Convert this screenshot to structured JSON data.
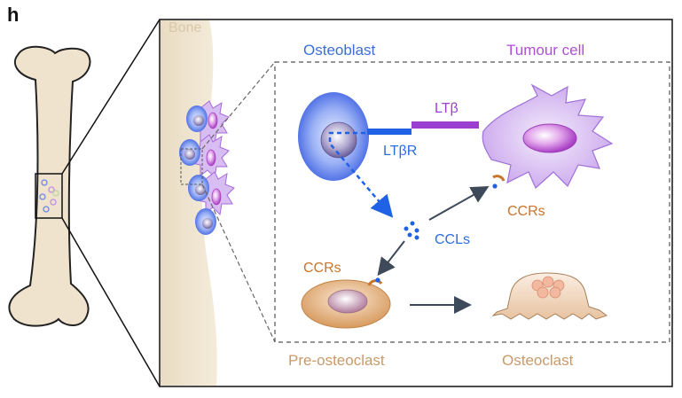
{
  "figure": {
    "panel_letter": "h",
    "bone_label": "Bone",
    "labels": {
      "osteoblast": "Osteoblast",
      "tumour_cell": "Tumour cell",
      "ltb": "LTβ",
      "ltbr": "LTβR",
      "ccls": "CCLs",
      "ccrs_tumour": "CCRs",
      "ccrs_preosteoclast": "CCRs",
      "pre_osteoclast": "Pre-osteoclast",
      "osteoclast": "Osteoclast"
    }
  },
  "colors": {
    "bone": "#efe3cd",
    "osteoblast": "#4b6fe8",
    "tumour": "#c9a3ee",
    "ltb_bar": "#9b3fd0",
    "ltbr_bar": "#1f62e6",
    "ccr": "#c8742a",
    "arrow": "#3e4a5a",
    "preosteoclast": "#d9a16a"
  }
}
